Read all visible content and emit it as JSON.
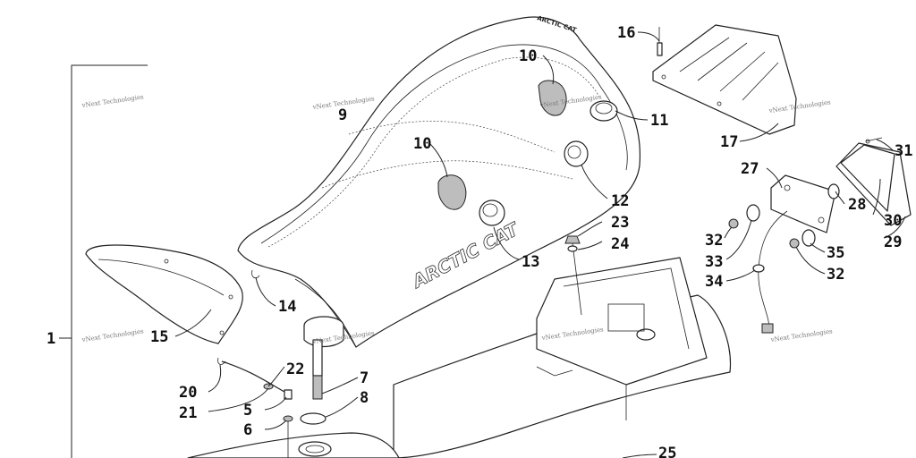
{
  "watermark": "vNext Technologies",
  "brand_mark": "ARCTIC CAT",
  "brand_mark_small": "ARCTIC CAT",
  "callouts": {
    "c1": "1",
    "c5": "5",
    "c6": "6",
    "c7": "7",
    "c8": "8",
    "c9": "9",
    "c10a": "10",
    "c10b": "10",
    "c11": "11",
    "c12": "12",
    "c13": "13",
    "c14": "14",
    "c15": "15",
    "c16": "16",
    "c17": "17",
    "c20": "20",
    "c21": "21",
    "c22": "22",
    "c23": "23",
    "c24": "24",
    "c25": "25",
    "c27": "27",
    "c28": "28",
    "c29": "29",
    "c30": "30",
    "c31": "31",
    "c32a": "32",
    "c32b": "32",
    "c33": "33",
    "c34": "34",
    "c35": "35"
  }
}
